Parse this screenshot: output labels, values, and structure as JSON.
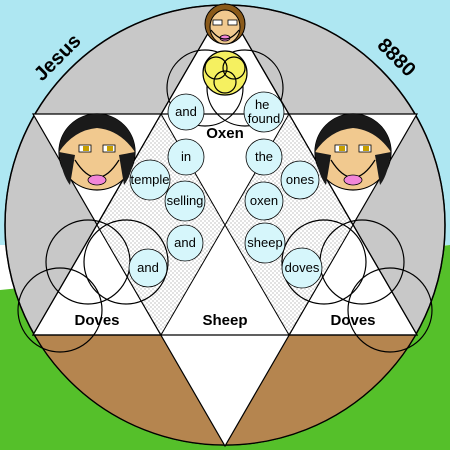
{
  "corner_left": "Jesus",
  "corner_right": "8880",
  "center_label": "Oxen",
  "bottom_labels": [
    "Doves",
    "Sheep",
    "Doves"
  ],
  "left_column_words": [
    "and",
    "in",
    "temple",
    "selling",
    "and",
    "and"
  ],
  "right_column_words": [
    "he found",
    "the",
    "ones",
    "oxen",
    "sheep",
    "doves"
  ],
  "colors": {
    "sky": "#aee7f2",
    "grass": "#55c02a",
    "circle_gray": "#c8c8c8",
    "earth": "#b5854f",
    "bubble": "#d6f6fb",
    "halo": "#f5f060",
    "skin": "#f1c98f",
    "hair": "#1a1a1a",
    "mouth": "#f286d8"
  }
}
